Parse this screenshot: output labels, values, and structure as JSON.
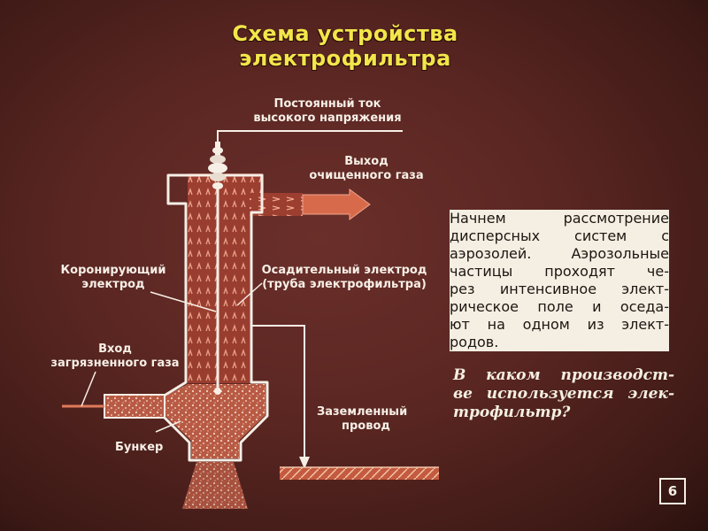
{
  "title": {
    "line1": "Схема устройства",
    "line2": "электрофильтра"
  },
  "diagram": {
    "dc_label": [
      "Постоянный ток",
      "высокого напряжения"
    ],
    "outlet_label": [
      "Выход",
      "очищенного газа"
    ],
    "corona_label": [
      "Коронирующий",
      "электрод"
    ],
    "collector_label": [
      "Осадительный электрод",
      "(труба электрофильтра)"
    ],
    "inlet_label": [
      "Вход",
      "загрязненного газа"
    ],
    "ground_label": [
      "Заземленный",
      "провод"
    ],
    "hopper_label": "Бункер"
  },
  "description": [
    "Начнем рассмотрение",
    "дисперсных систем с",
    "аэрозолей. Аэрозольные",
    "частицы проходят че-",
    "рез интенсивное элект-",
    "рическое поле и оседа-",
    "ют на одном из элект-",
    "родов."
  ],
  "question": [
    "В каком производст-",
    "ве используется элек-",
    "трофильтр?"
  ],
  "page_number": "6",
  "colors": {
    "background": "#5a2622",
    "title": "#f2e64a",
    "lines": "#f6efe6",
    "gas_flow": "#e07a5a",
    "text_box": "#f4efe2"
  }
}
